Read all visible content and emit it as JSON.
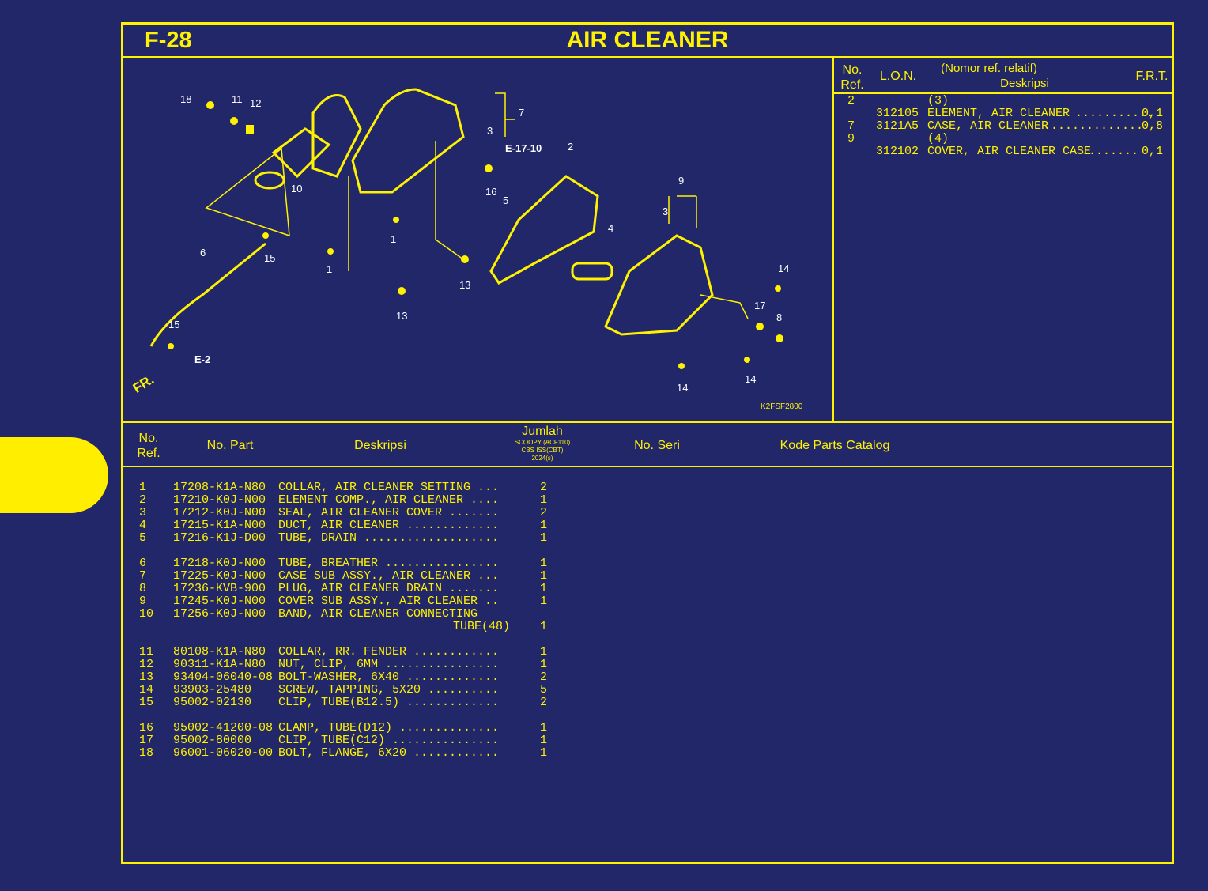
{
  "page": {
    "code": "F-28",
    "title": "AIR CLEANER"
  },
  "frt_table": {
    "headers": {
      "no_ref": "No.\nRef.",
      "lon": "L.O.N.",
      "desc_top": "(Nomor ref. relatif)",
      "desc": "Deskripsi",
      "frt": "F.R.T."
    },
    "rows": [
      {
        "ref": "2",
        "lon": "",
        "desc": "(3)",
        "value": ""
      },
      {
        "ref": "",
        "lon": "312105",
        "desc": "ELEMENT, AIR CLEANER",
        "value": "0,1"
      },
      {
        "ref": "7",
        "lon": "3121A5",
        "desc": "CASE, AIR CLEANER",
        "value": "0,8"
      },
      {
        "ref": "9",
        "lon": "",
        "desc": "(4)",
        "value": ""
      },
      {
        "ref": "",
        "lon": "312102",
        "desc": "COVER, AIR CLEANER CASE",
        "value": "0,1"
      }
    ]
  },
  "diagram": {
    "callouts": [
      "18",
      "11",
      "12",
      "7",
      "3",
      "E-17-10",
      "2",
      "10",
      "16",
      "5",
      "9",
      "3",
      "1",
      "4",
      "1",
      "6",
      "15",
      "13",
      "13",
      "14",
      "17",
      "8",
      "15",
      "E-2",
      "14",
      "14"
    ],
    "direction": "FR.",
    "image_code": "K2FSF2800"
  },
  "parts_table": {
    "headers": {
      "no_ref": "No.\nRef.",
      "no_part": "No. Part",
      "deskripsi": "Deskripsi",
      "jumlah": "Jumlah",
      "model_line1": "SCOOPY (ACF110)",
      "model_line2": "CBS ISS(CBT)",
      "model_line3": "2024(s)",
      "no_seri": "No. Seri",
      "kode": "Kode Parts Catalog"
    },
    "groups": [
      [
        {
          "ref": "1",
          "part": "17208-K1A-N80",
          "desc": "COLLAR, AIR CLEANER SETTING",
          "qty": "2"
        },
        {
          "ref": "2",
          "part": "17210-K0J-N00",
          "desc": "ELEMENT COMP., AIR CLEANER",
          "qty": "1"
        },
        {
          "ref": "3",
          "part": "17212-K0J-N00",
          "desc": "SEAL, AIR CLEANER COVER",
          "qty": "2"
        },
        {
          "ref": "4",
          "part": "17215-K1A-N00",
          "desc": "DUCT, AIR CLEANER",
          "qty": "1"
        },
        {
          "ref": "5",
          "part": "17216-K1J-D00",
          "desc": "TUBE, DRAIN",
          "qty": "1"
        }
      ],
      [
        {
          "ref": "6",
          "part": "17218-K0J-N00",
          "desc": "TUBE, BREATHER",
          "qty": "1"
        },
        {
          "ref": "7",
          "part": "17225-K0J-N00",
          "desc": "CASE SUB ASSY., AIR CLEANER",
          "qty": "1"
        },
        {
          "ref": "8",
          "part": "17236-KVB-900",
          "desc": "PLUG, AIR CLEANER DRAIN",
          "qty": "1"
        },
        {
          "ref": "9",
          "part": "17245-K0J-N00",
          "desc": "COVER SUB ASSY., AIR CLEANER",
          "qty": "1"
        },
        {
          "ref": "10",
          "part": "17256-K0J-N00",
          "desc": "BAND, AIR CLEANER CONNECTING",
          "qty": "",
          "cont": "TUBE(48)",
          "cont_qty": "1"
        }
      ],
      [
        {
          "ref": "11",
          "part": "80108-K1A-N80",
          "desc": "COLLAR, RR. FENDER",
          "qty": "1"
        },
        {
          "ref": "12",
          "part": "90311-K1A-N80",
          "desc": "NUT, CLIP, 6MM",
          "qty": "1"
        },
        {
          "ref": "13",
          "part": "93404-06040-08",
          "desc": "BOLT-WASHER, 6X40",
          "qty": "2"
        },
        {
          "ref": "14",
          "part": "93903-25480",
          "desc": "SCREW, TAPPING, 5X20",
          "qty": "5"
        },
        {
          "ref": "15",
          "part": "95002-02130",
          "desc": "CLIP, TUBE(B12.5)",
          "qty": "2"
        }
      ],
      [
        {
          "ref": "16",
          "part": "95002-41200-08",
          "desc": "CLAMP, TUBE(D12)",
          "qty": "1"
        },
        {
          "ref": "17",
          "part": "95002-80000",
          "desc": "CLIP, TUBE(C12)",
          "qty": "1"
        },
        {
          "ref": "18",
          "part": "96001-06020-00",
          "desc": "BOLT, FLANGE, 6X20",
          "qty": "1"
        }
      ]
    ]
  },
  "colors": {
    "background": "#22276a",
    "accent": "#fff200",
    "tab": "#ffee00"
  }
}
